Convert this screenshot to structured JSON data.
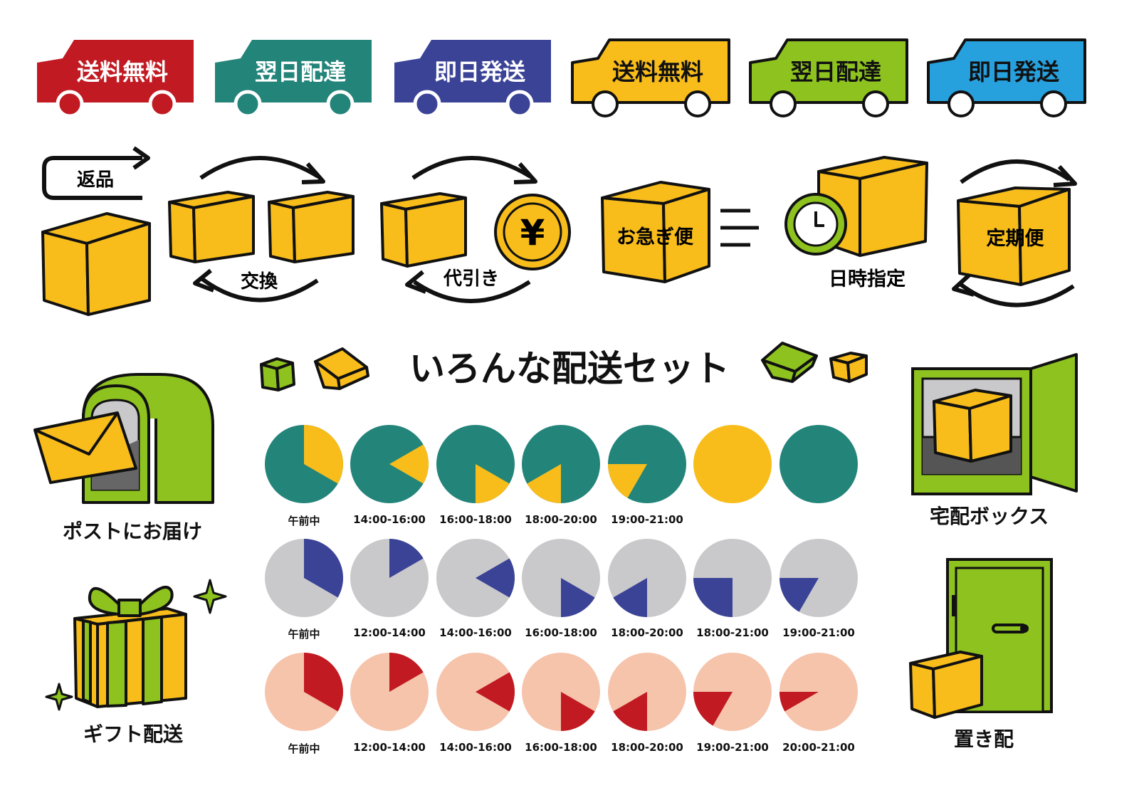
{
  "title": "いろんな配送セット",
  "colors": {
    "outline": "#111111",
    "box": "#f8bd1b",
    "green": "#8dc21f",
    "teal": "#23847a",
    "navy": "#3b4397",
    "gray": "#c9c9cb",
    "red": "#c11a22",
    "peach": "#f6c3ab",
    "blue": "#27a0de"
  },
  "trucks": [
    {
      "label": "送料無料",
      "color": "#c11a22",
      "style": "filled"
    },
    {
      "label": "翌日配達",
      "color": "#23847a",
      "style": "filled"
    },
    {
      "label": "即日発送",
      "color": "#3b4397",
      "style": "filled"
    },
    {
      "label": "送料無料",
      "color": "#f8bd1b",
      "style": "outlined"
    },
    {
      "label": "翌日配達",
      "color": "#8dc21f",
      "style": "outlined"
    },
    {
      "label": "即日発送",
      "color": "#27a0de",
      "style": "outlined"
    }
  ],
  "icons": {
    "return": "返品",
    "exchange": "交換",
    "cod": "代引き",
    "yen": "¥",
    "express": "お急ぎ便",
    "datetime": "日時指定",
    "subscription": "定期便",
    "post": "ポストにお届け",
    "gift": "ギフト配送",
    "deliverybox": "宅配ボックス",
    "okihai": "置き配"
  },
  "pie_rows": [
    {
      "fg": "#f8bd1b",
      "bg": "#23847a",
      "items": [
        {
          "label": "午前中",
          "start": 0,
          "end": 4
        },
        {
          "label": "14:00-16:00",
          "start": 2,
          "end": 4
        },
        {
          "label": "16:00-18:00",
          "start": 4,
          "end": 6
        },
        {
          "label": "18:00-20:00",
          "start": 6,
          "end": 8
        },
        {
          "label": "19:00-21:00",
          "start": 7,
          "end": 9
        },
        {
          "label": "",
          "start": 0,
          "end": 12
        },
        {
          "label": "",
          "start": 0,
          "end": 0
        }
      ]
    },
    {
      "fg": "#3b4397",
      "bg": "#c9c9cb",
      "items": [
        {
          "label": "午前中",
          "start": 0,
          "end": 4
        },
        {
          "label": "12:00-14:00",
          "start": 0,
          "end": 2
        },
        {
          "label": "14:00-16:00",
          "start": 2,
          "end": 4
        },
        {
          "label": "16:00-18:00",
          "start": 4,
          "end": 6
        },
        {
          "label": "18:00-20:00",
          "start": 6,
          "end": 8
        },
        {
          "label": "18:00-21:00",
          "start": 6,
          "end": 9
        },
        {
          "label": "19:00-21:00",
          "start": 7,
          "end": 9
        }
      ]
    },
    {
      "fg": "#c11a22",
      "bg": "#f6c3ab",
      "items": [
        {
          "label": "午前中",
          "start": 0,
          "end": 4
        },
        {
          "label": "12:00-14:00",
          "start": 0,
          "end": 2
        },
        {
          "label": "14:00-16:00",
          "start": 2,
          "end": 4
        },
        {
          "label": "16:00-18:00",
          "start": 4,
          "end": 6
        },
        {
          "label": "18:00-20:00",
          "start": 6,
          "end": 8
        },
        {
          "label": "19:00-21:00",
          "start": 7,
          "end": 9
        },
        {
          "label": "20:00-21:00",
          "start": 8,
          "end": 9
        }
      ]
    }
  ]
}
